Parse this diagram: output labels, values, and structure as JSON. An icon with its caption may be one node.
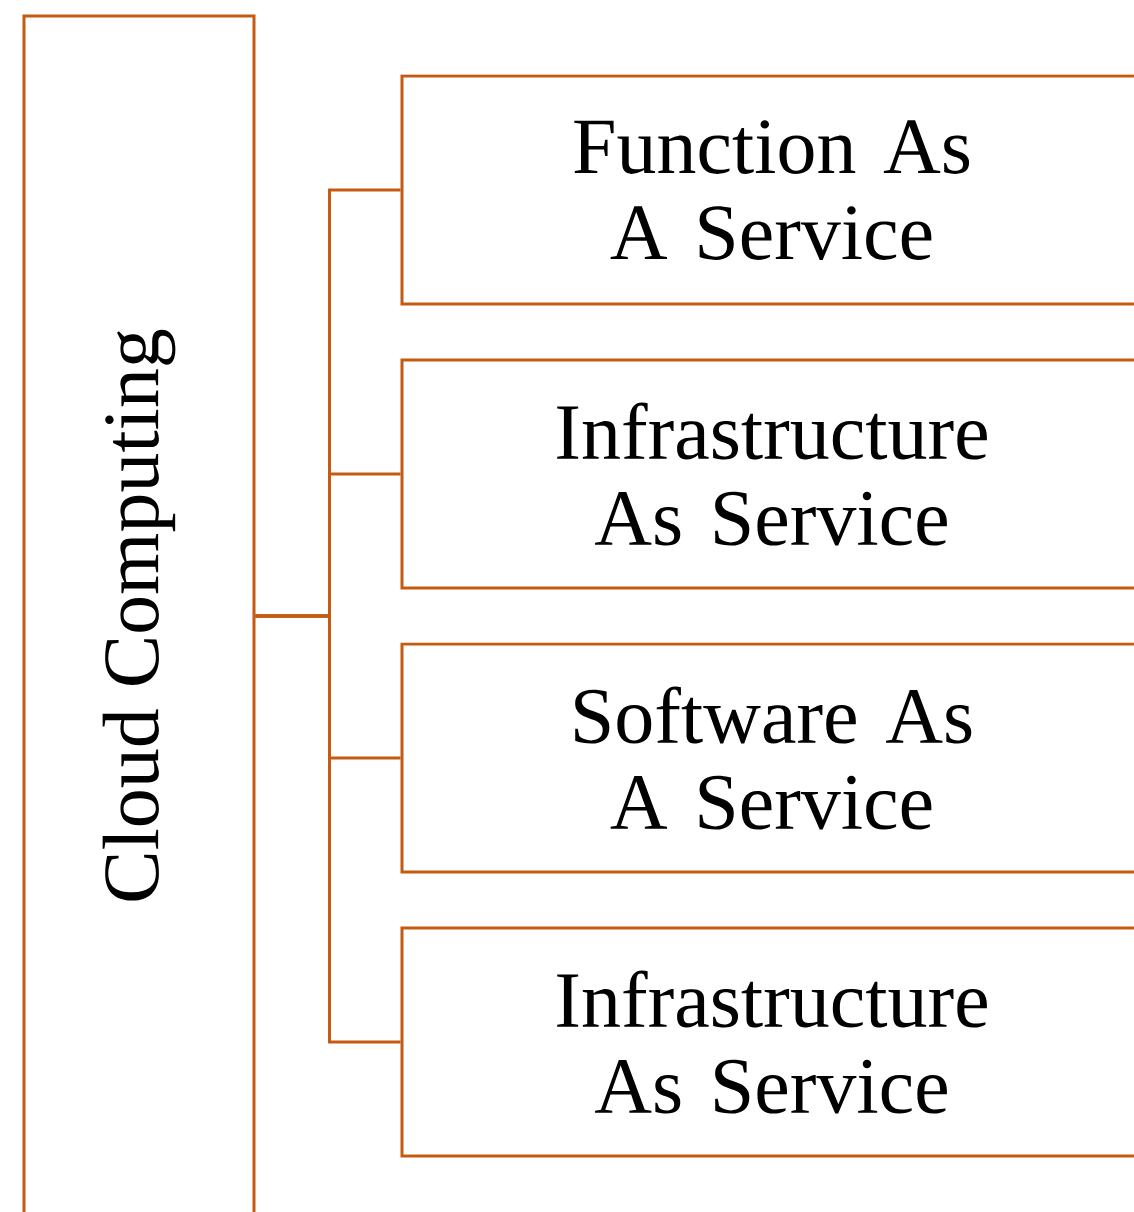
{
  "diagram": {
    "nodes": [
      {
        "text": [
          "Cloud Computing"
        ]
      },
      {
        "text": [
          "Function As A Service"
        ]
      },
      {
        "text": [
          "Infrastructure As Service"
        ]
      },
      {
        "text": [
          "Software As A Service"
        ]
      },
      {
        "text": [
          "Infrastructure As Service"
        ]
      }
    ],
    "edges": [
      {
        "from": 0,
        "to": 1,
        "arrow": "none"
      },
      {
        "from": 0,
        "to": 2,
        "arrow": "none"
      },
      {
        "from": 0,
        "to": 3,
        "arrow": "none"
      },
      {
        "from": 0,
        "to": 4,
        "arrow": "none"
      }
    ]
  }
}
